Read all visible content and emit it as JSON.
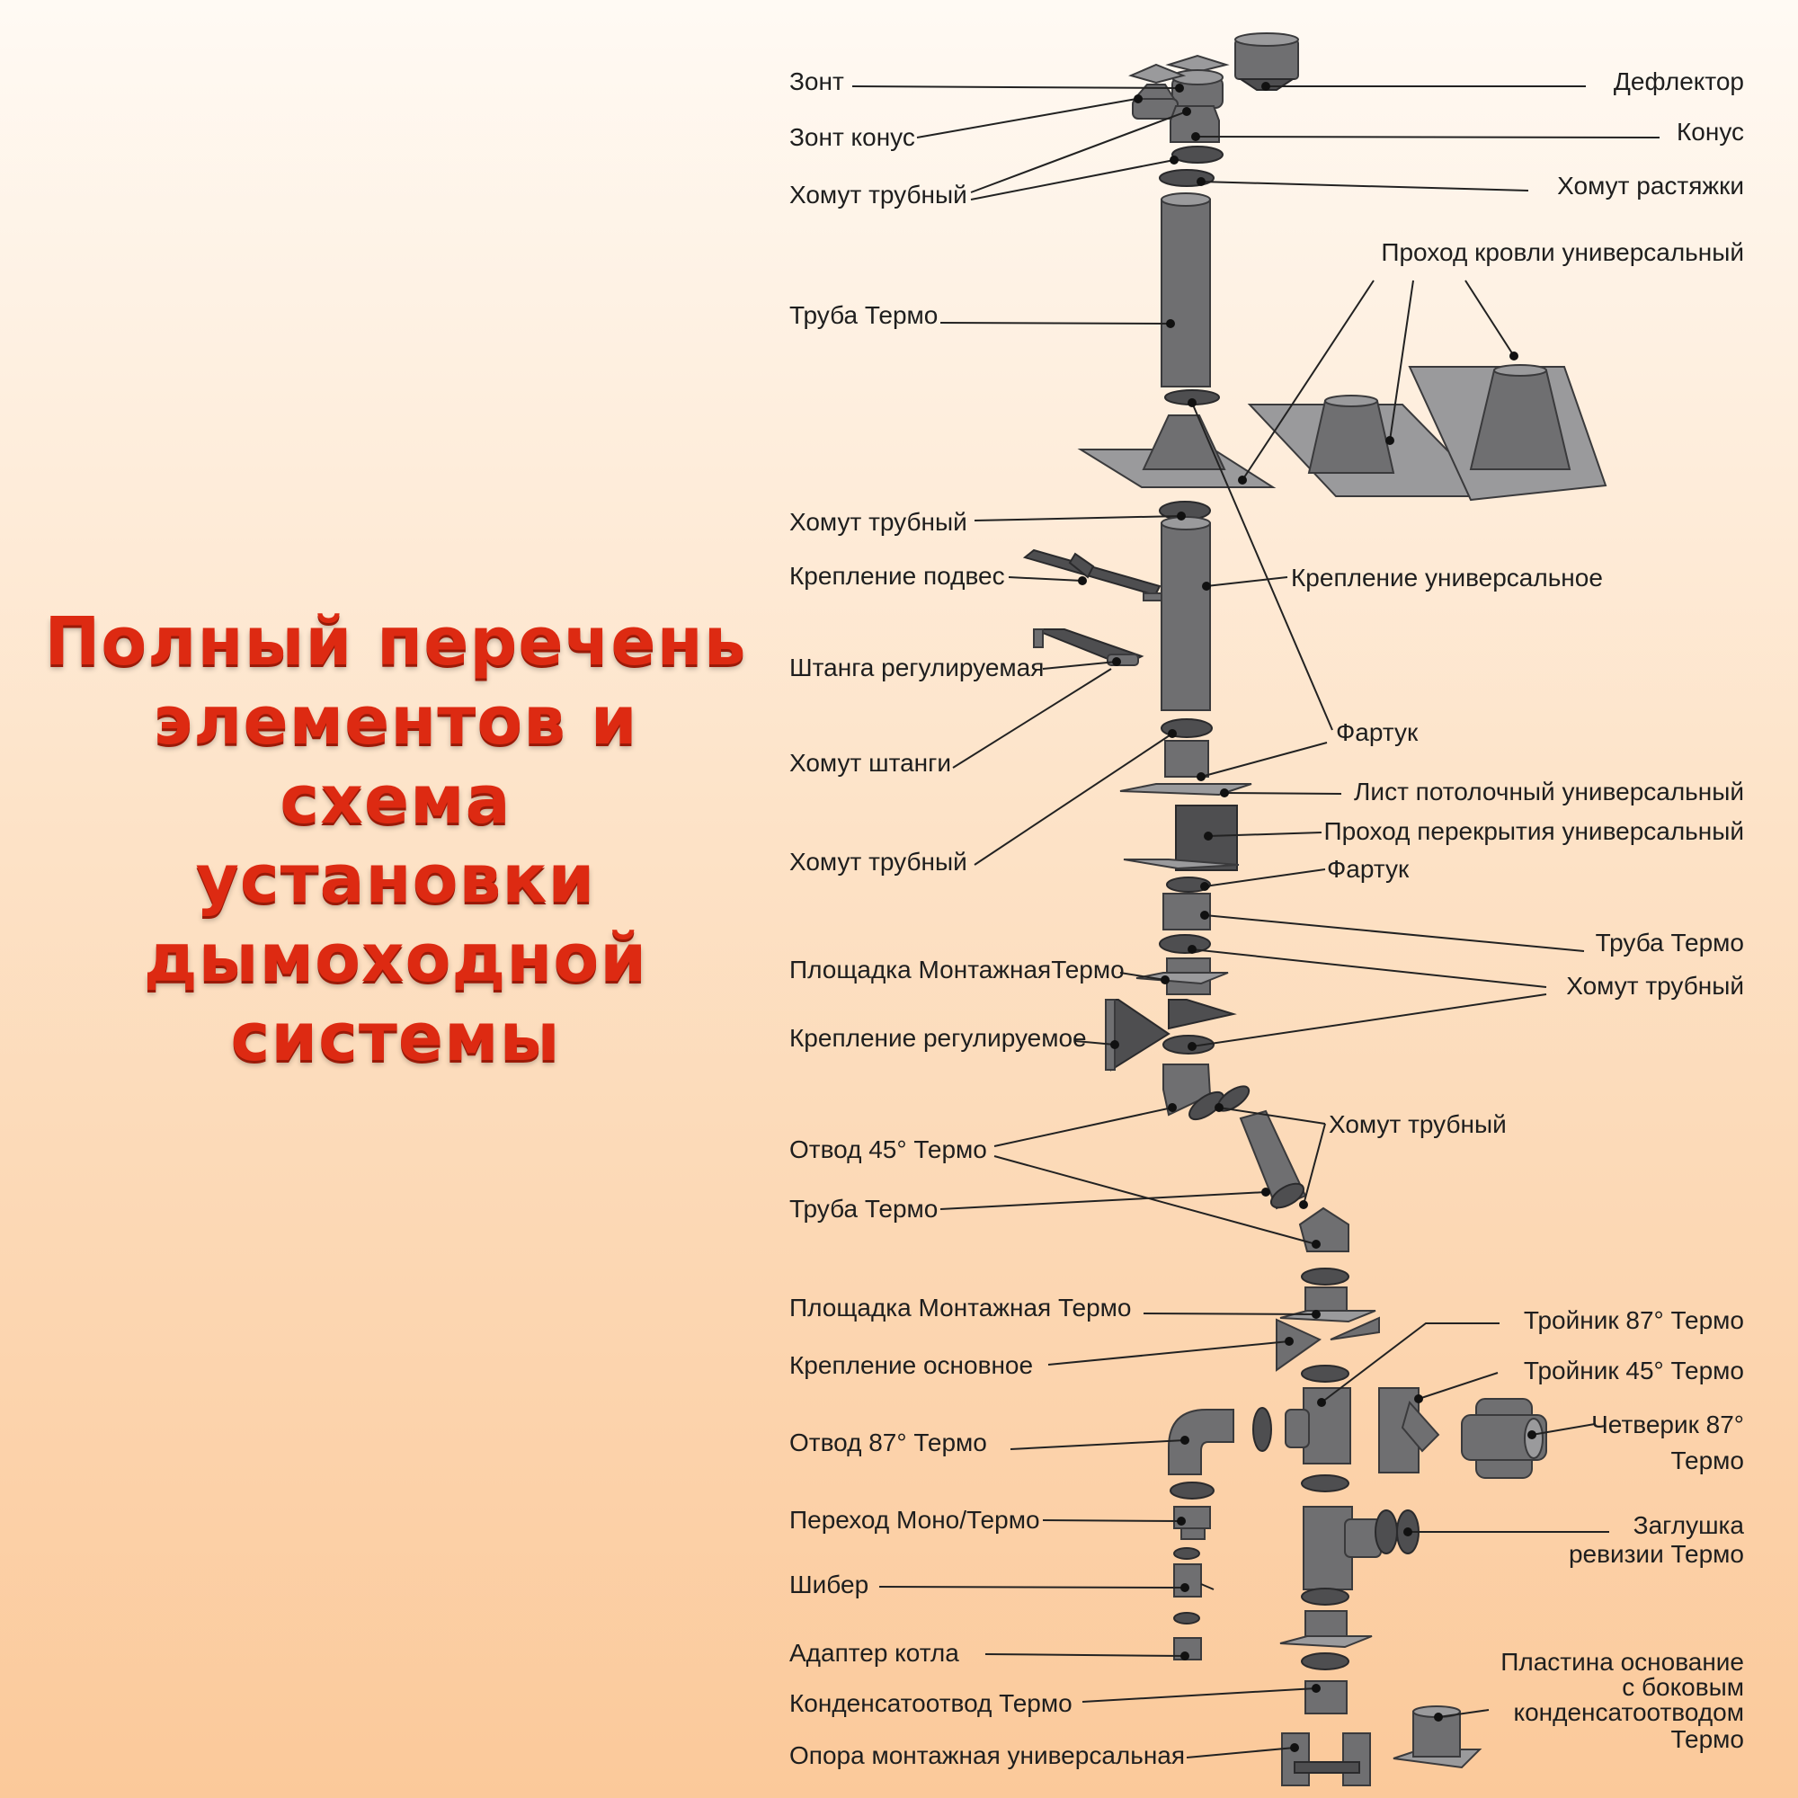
{
  "title": {
    "lines": [
      "Полный перечень",
      "элементов и схема",
      "установки",
      "дымоходной",
      "системы"
    ],
    "color": "#dd2a12"
  },
  "labels": {
    "zont": "Зонт",
    "zont_konus": "Зонт конус",
    "khomut_trubny_1": "Хомут трубный",
    "truba_termo_1": "Труба Термо",
    "khomut_trubny_2": "Хомут трубный",
    "kreplenie_podves": "Крепление подвес",
    "shtanga": "Штанга регулируемая",
    "khomut_shtangi": "Хомут штанги",
    "khomut_trubny_3": "Хомут трубный",
    "ploshchadka_1": "Площадка МонтажнаяТермо",
    "kreplenie_reg": "Крепление регулируемое",
    "otvod_45": "Отвод 45° Термо",
    "truba_termo_3": "Труба Термо",
    "ploshchadka_2": "Площадка Монтажная Термо",
    "kreplenie_osn": "Крепление основное",
    "otvod_87": "Отвод 87° Термо",
    "perekhod": "Переход Моно/Термо",
    "shiber": "Шибер",
    "adapter": "Адаптер котла",
    "kondensat": "Конденсатоотвод Термо",
    "opora": "Опора монтажная универсальная",
    "deflektor": "Дефлектор",
    "konus": "Конус",
    "khomut_rastyazhki": "Хомут растяжки",
    "prokhod_krovli": "Проход кровли универсальный",
    "kreplenie_univ": "Крепление универсальное",
    "fartuk_1": "Фартук",
    "list_potol": "Лист потолочный универсальный",
    "prokhod_perekr": "Проход перекрытия универсальный",
    "fartuk_2": "Фартук",
    "truba_termo_2": "Труба Термо",
    "khomut_trubny_4": "Хомут трубный",
    "khomut_trubny_5": "Хомут трубный",
    "troynik_87": "Тройник 87° Термо",
    "troynik_45": "Тройник 45° Термо",
    "chetverik_1": "Четверик 87°",
    "chetverik_2": "Термо",
    "zaglushka_1": "Заглушка",
    "zaglushka_2": "ревизии Термо",
    "plastina_1": "Пластина основание",
    "plastina_2": "с боковым",
    "plastina_3": "конденсатоотводом",
    "plastina_4": "Термо"
  }
}
